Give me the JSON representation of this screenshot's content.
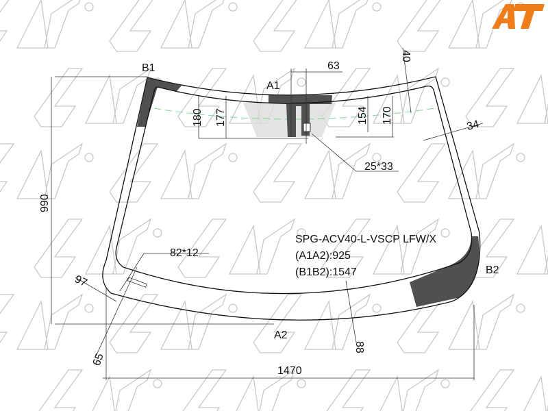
{
  "logo": {
    "text": "AT",
    "color": "#f07d1a"
  },
  "watermark": {
    "text": "SAT",
    "color": "#c8c8c8"
  },
  "part_info": {
    "code": "SPG-ACV40-L-VSCP LFW/X",
    "a1a2": "(A1A2):925",
    "b1b2": "(B1B2):1547"
  },
  "points": {
    "a1": "A1",
    "a2": "A2",
    "b1": "B1",
    "b2": "B2"
  },
  "dimensions": {
    "width": "1470",
    "height": "990",
    "top_offset": "63",
    "top_band": "40",
    "side_band": "34",
    "d180": "180",
    "d177": "177",
    "d154": "154",
    "d170": "170",
    "sensor": "25*33",
    "vin": "82*12",
    "d97": "97",
    "d65": "65",
    "d88": "88"
  },
  "colors": {
    "ceramic": "#505050",
    "shade": "#d8d8d8",
    "shade_line": "#7fd68f"
  }
}
